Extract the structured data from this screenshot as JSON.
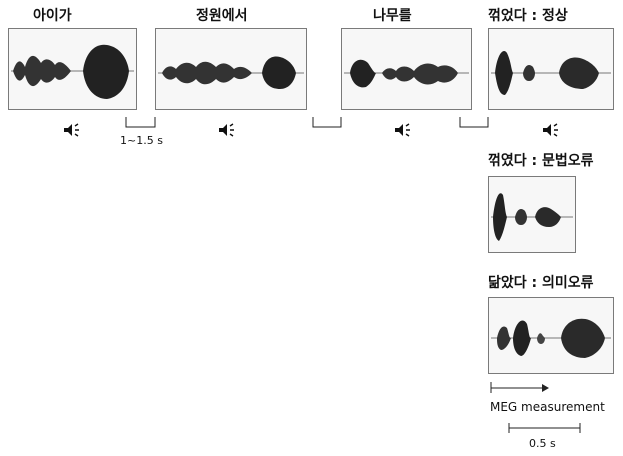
{
  "words": {
    "w1": "아이가",
    "w2": "정원에서",
    "w3": "나무를",
    "w4": "꺾었다 : 정상",
    "w5": "꺾였다 : 문법오류",
    "w6": "닮았다 : 의미오류"
  },
  "intervals": {
    "isi": "1~1.5 s",
    "meg": "MEG measurement",
    "scale": "0.5 s"
  },
  "icons": {
    "speaker": "speaker-icon"
  }
}
